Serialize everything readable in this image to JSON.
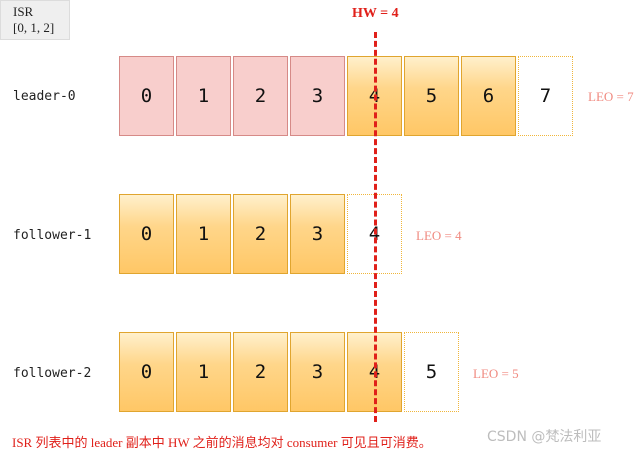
{
  "isr": {
    "title": "ISR",
    "members": "[0, 1, 2]"
  },
  "hw_label": "HW = 4",
  "rows": [
    {
      "label": "leader-0",
      "cells": [
        "0",
        "1",
        "2",
        "3",
        "4",
        "5",
        "6",
        "7"
      ],
      "leo": "LEO = 7"
    },
    {
      "label": "follower-1",
      "cells": [
        "0",
        "1",
        "2",
        "3",
        "4"
      ],
      "leo": "LEO = 4"
    },
    {
      "label": "follower-2",
      "cells": [
        "0",
        "1",
        "2",
        "3",
        "4",
        "5"
      ],
      "leo": "LEO = 5"
    }
  ],
  "caption": "ISR 列表中的 leader 副本中 HW 之前的消息均对 consumer 可见且可消费。",
  "watermark": "CSDN @梵法利亚",
  "colors": {
    "committed_fill": "#f8cecc",
    "replicated_fill": "#ffc766",
    "empty_border": "#f0b63c",
    "hw_line": "#e0201a",
    "leo_text": "#f08a80"
  }
}
